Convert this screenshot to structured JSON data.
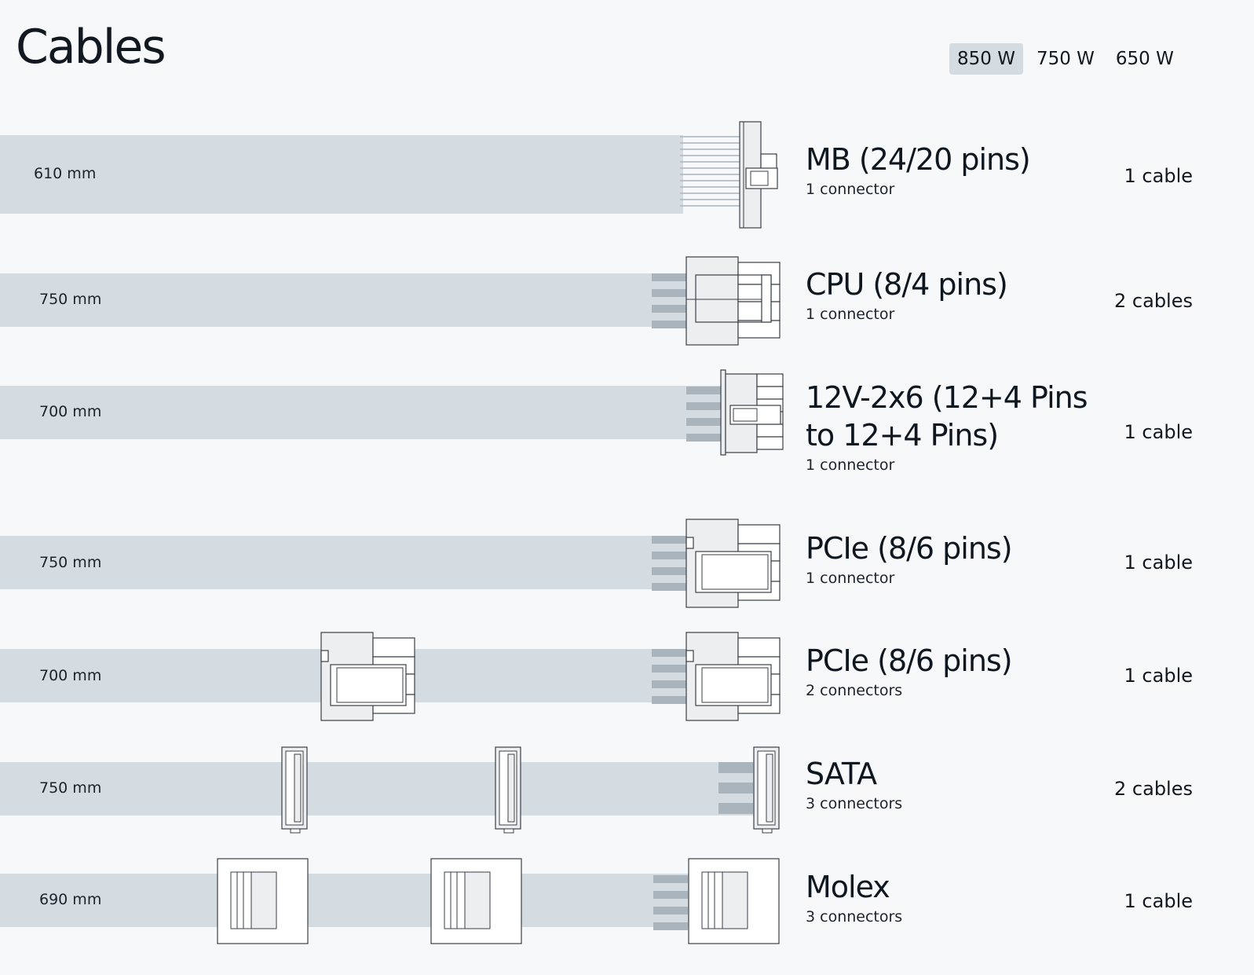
{
  "page": {
    "title": "Cables"
  },
  "wattage": {
    "options": [
      "850 W",
      "750 W",
      "650 W"
    ],
    "selected": "850 W"
  },
  "colors": {
    "band": "#d4dbe1",
    "wire": "#aab4bd",
    "connector_fill": "#eceef0",
    "connector_stroke": "#3a4048",
    "tab_active": "#d4dbe1"
  },
  "cables": [
    {
      "length": "610 mm",
      "name": "MB (24/20 pins)",
      "connectors": "1 connector",
      "count": "1 cable",
      "icon": "mb-24pin-connector-icon"
    },
    {
      "length": "750 mm",
      "name": "CPU (8/4 pins)",
      "connectors": "1 connector",
      "count": "2 cables",
      "icon": "cpu-8pin-connector-icon"
    },
    {
      "length": "700 mm",
      "name": "12V-2x6 (12+4 Pins to 12+4 Pins)",
      "connectors": "1 connector",
      "count": "1 cable",
      "icon": "12v-2x6-connector-icon"
    },
    {
      "length": "750 mm",
      "name": "PCIe (8/6 pins)",
      "connectors": "1 connector",
      "count": "1 cable",
      "icon": "pcie-8pin-connector-icon"
    },
    {
      "length": "700 mm",
      "name": "PCIe (8/6 pins)",
      "connectors": "2 connectors",
      "count": "1 cable",
      "icon": "pcie-8pin-connector-icon"
    },
    {
      "length": "750 mm",
      "name": "SATA",
      "connectors": "3 connectors",
      "count": "2 cables",
      "icon": "sata-connector-icon"
    },
    {
      "length": "690 mm",
      "name": "Molex",
      "connectors": "3 connectors",
      "count": "1 cable",
      "icon": "molex-connector-icon"
    }
  ]
}
